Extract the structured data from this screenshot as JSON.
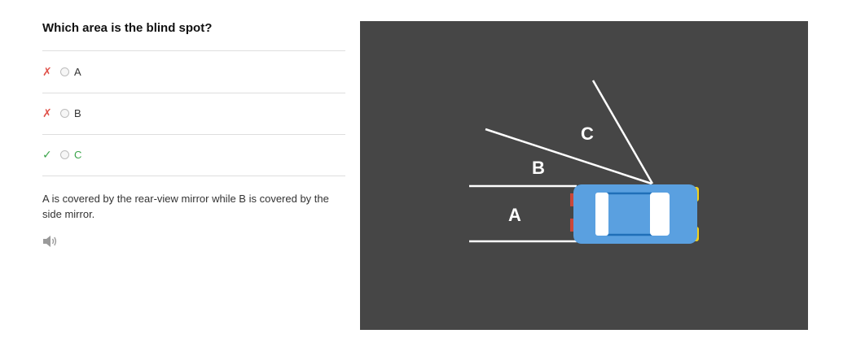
{
  "question": "Which area is the blind spot?",
  "options": [
    {
      "label": "A",
      "status": "wrong",
      "mark": "✗"
    },
    {
      "label": "B",
      "status": "wrong",
      "mark": "✗"
    },
    {
      "label": "C",
      "status": "correct",
      "mark": "✓"
    }
  ],
  "explanation": "A is covered by the rear-view mirror while B is covered by the side mirror.",
  "figure": {
    "zone_labels": {
      "a": "A",
      "b": "B",
      "c": "C"
    },
    "colors": {
      "background": "#464646",
      "car_body": "#5aa0e0",
      "headlight": "#f2d21b",
      "taillight": "#c9473a",
      "lines": "#ffffff"
    }
  },
  "icons": {
    "speaker": "speaker-icon"
  },
  "colors": {
    "wrong": "#e0534b",
    "correct": "#3aa44a"
  }
}
